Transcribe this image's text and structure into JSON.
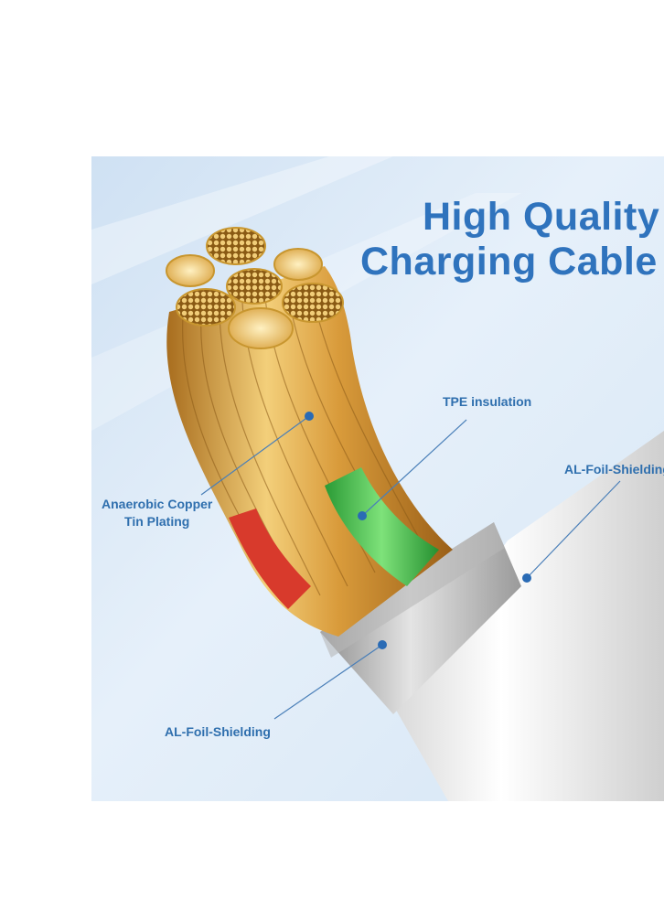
{
  "title": {
    "line1": "High Quality",
    "line2": "Charging Cable"
  },
  "callouts": {
    "copper": {
      "line1": "Anaerobic Copper",
      "line2": "Tin Plating"
    },
    "tpe": "TPE insulation",
    "foil_right": "AL-Foil-Shielding",
    "foil_bottom": "AL-Foil-Shielding"
  },
  "colors": {
    "title": "#2f73bd",
    "label": "#2f6fae",
    "marker": "#2a6bb5",
    "background": "#dce9f6",
    "copper": "#d9a441",
    "tpe_green": "#3fbf4a",
    "red_insulation": "#d83a2c",
    "jacket": "#f2f2f2"
  }
}
